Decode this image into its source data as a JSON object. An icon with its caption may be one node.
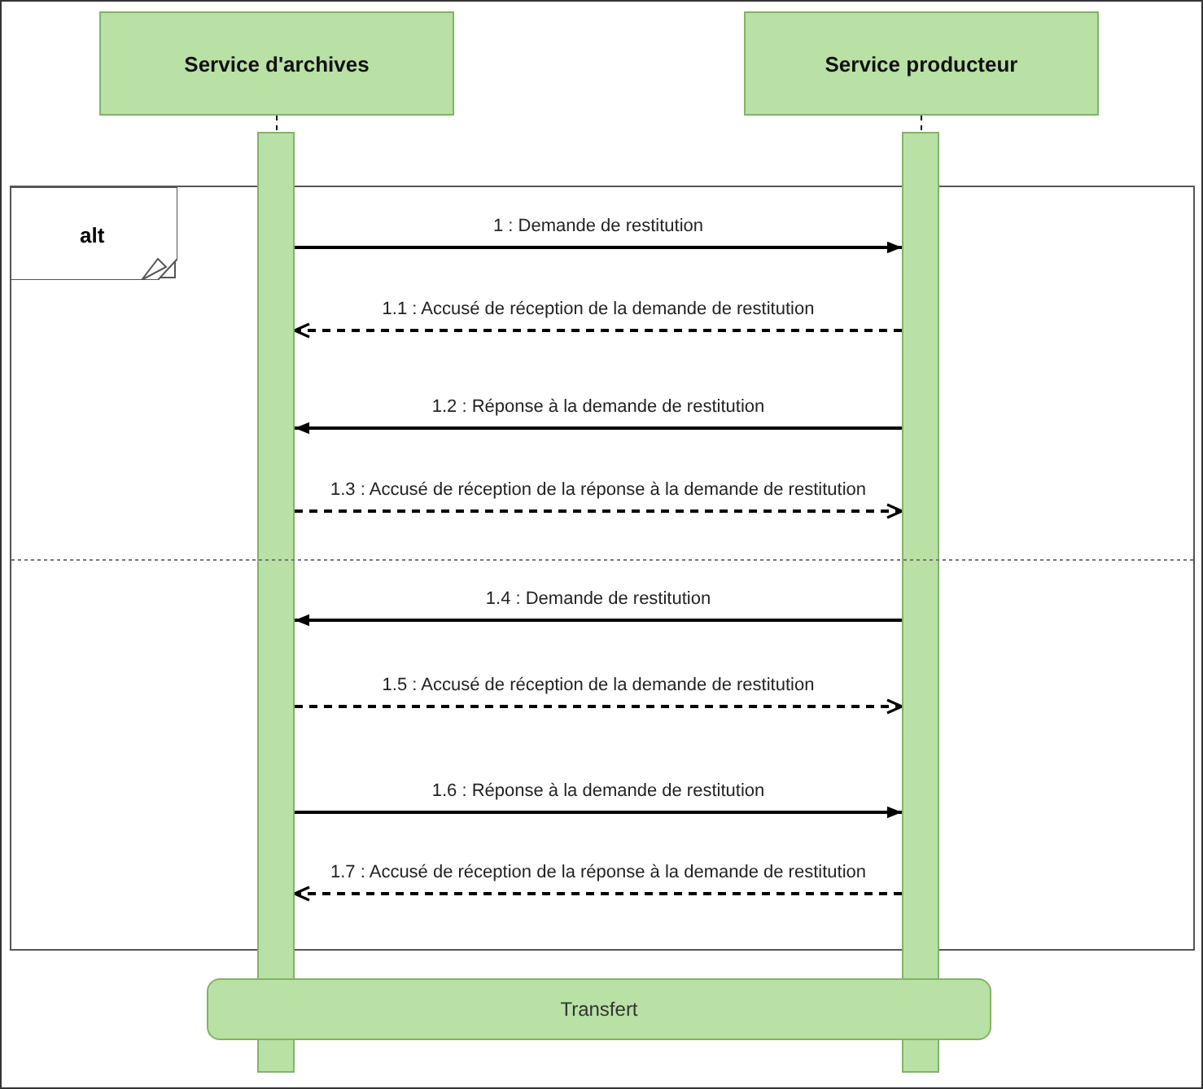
{
  "diagram": {
    "nodes": [
      {
        "text": [
          "Service d'archives"
        ]
      },
      {
        "text": [
          "Service producteur"
        ]
      },
      {
        "text": [],
        "shape": "bar"
      },
      {
        "text": [],
        "shape": "bar"
      },
      {
        "text": [
          "alt"
        ]
      },
      {
        "text": [
          "Transfert"
        ]
      }
    ],
    "edges": [
      {
        "from": 0,
        "to": 2,
        "arrow": "none",
        "style": "dashed"
      },
      {
        "from": 1,
        "to": 3,
        "arrow": "none",
        "style": "dashed"
      },
      {
        "from": 2,
        "to": 3,
        "arrow": "to",
        "label": "1 : Demande de restitution"
      },
      {
        "from": 3,
        "to": 2,
        "arrow": "to",
        "style": "dashed",
        "label": "1.1 : Accusé de réception de la demande de restitution"
      },
      {
        "from": 3,
        "to": 2,
        "arrow": "to",
        "label": "1.2 : Réponse à la demande de restitution"
      },
      {
        "from": 2,
        "to": 3,
        "arrow": "to",
        "style": "dashed",
        "label": "1.3 : Accusé de réception de la réponse à la demande de restitution"
      },
      {
        "from": 3,
        "to": 2,
        "arrow": "to",
        "label": "1.4 : Demande de restitution"
      },
      {
        "from": 2,
        "to": 3,
        "arrow": "to",
        "style": "dashed",
        "label": "1.5 : Accusé de réception de la demande de restitution"
      },
      {
        "from": 2,
        "to": 3,
        "arrow": "to",
        "label": "1.6 : Réponse à la demande de restitution"
      },
      {
        "from": 3,
        "to": 2,
        "arrow": "to",
        "style": "dashed",
        "label": "1.7 : Accusé de réception de la réponse à la demande de restitution"
      }
    ]
  }
}
